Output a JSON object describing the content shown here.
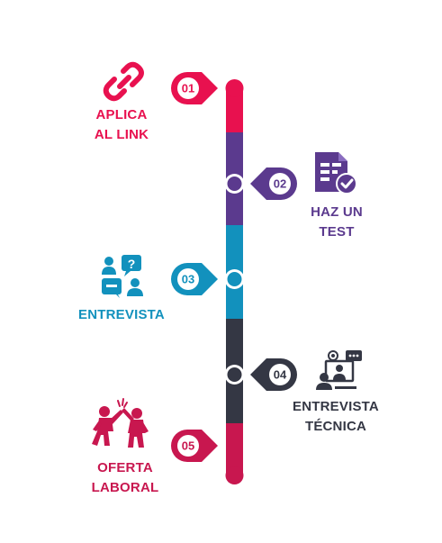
{
  "colors": {
    "step1": "#e8114f",
    "step2": "#5b3a8e",
    "step3": "#1291bd",
    "step4": "#343744",
    "step5": "#c8174f"
  },
  "steps": [
    {
      "number": "01",
      "lines": [
        "APLICA",
        "AL LINK"
      ],
      "icon": "link-icon"
    },
    {
      "number": "02",
      "lines": [
        "HAZ UN",
        "TEST"
      ],
      "icon": "document-check-icon"
    },
    {
      "number": "03",
      "lines": [
        "ENTREVISTA"
      ],
      "icon": "interview-icon"
    },
    {
      "number": "04",
      "lines": [
        "ENTREVISTA",
        "TÉCNICA"
      ],
      "icon": "video-call-icon"
    },
    {
      "number": "05",
      "lines": [
        "OFERTA",
        "LABORAL"
      ],
      "icon": "celebration-icon"
    }
  ]
}
